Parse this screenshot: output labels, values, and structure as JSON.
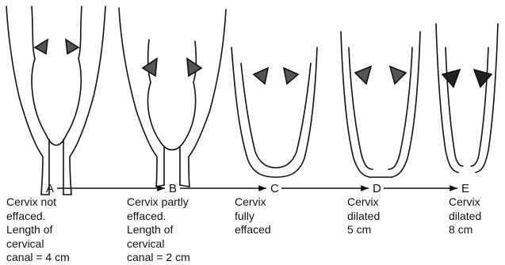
{
  "stages": [
    {
      "letter": "A",
      "caption": [
        "Cervix not",
        "effaced.",
        "Length of",
        "cervical",
        "canal = 4 cm"
      ]
    },
    {
      "letter": "B",
      "caption": [
        "Cervix partly",
        "effaced.",
        "Length of",
        "cervical",
        "canal = 2 cm"
      ]
    },
    {
      "letter": "C",
      "caption": [
        "Cervix",
        "fully",
        "effaced"
      ]
    },
    {
      "letter": "D",
      "caption": [
        "Cervix",
        "dilated",
        "5 cm"
      ]
    },
    {
      "letter": "E",
      "caption": [
        "Cervix",
        "dilated",
        "8 cm"
      ]
    }
  ],
  "colors": {
    "ink": "#111111",
    "background": "#ffffff"
  }
}
